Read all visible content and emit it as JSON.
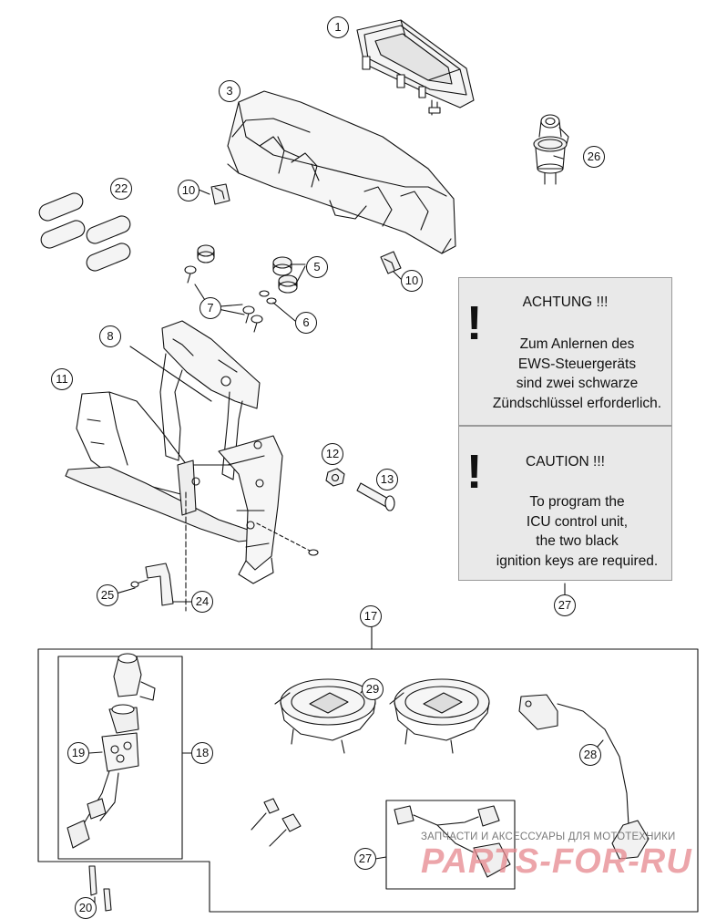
{
  "callouts": [
    {
      "key": "c1",
      "label": "1"
    },
    {
      "key": "c3",
      "label": "3"
    },
    {
      "key": "c26",
      "label": "26"
    },
    {
      "key": "c22",
      "label": "22"
    },
    {
      "key": "c10a",
      "label": "10"
    },
    {
      "key": "c5",
      "label": "5"
    },
    {
      "key": "c10b",
      "label": "10"
    },
    {
      "key": "c7",
      "label": "7"
    },
    {
      "key": "c6",
      "label": "6"
    },
    {
      "key": "c8",
      "label": "8"
    },
    {
      "key": "c11",
      "label": "11"
    },
    {
      "key": "c12",
      "label": "12"
    },
    {
      "key": "c13",
      "label": "13"
    },
    {
      "key": "c25",
      "label": "25"
    },
    {
      "key": "c24",
      "label": "24"
    },
    {
      "key": "c27a",
      "label": "27"
    },
    {
      "key": "c17",
      "label": "17"
    },
    {
      "key": "c29",
      "label": "29"
    },
    {
      "key": "c19",
      "label": "19"
    },
    {
      "key": "c18",
      "label": "18"
    },
    {
      "key": "c28",
      "label": "28"
    },
    {
      "key": "c27b",
      "label": "27"
    },
    {
      "key": "c20",
      "label": "20"
    }
  ],
  "notices": {
    "german": {
      "title": "ACHTUNG !!!",
      "mark": "!",
      "lines": [
        "Zum Anlernen des",
        "EWS-Steuergeräts",
        "sind zwei schwarze",
        "Zündschlüssel erforderlich."
      ]
    },
    "english": {
      "title": "CAUTION !!!",
      "mark": "!",
      "lines": [
        "To program the",
        "ICU control unit,",
        "the two black",
        "ignition keys are required."
      ]
    }
  },
  "watermark": {
    "caption": "ЗАПЧАСТИ И АКСЕССУАРЫ ДЛЯ МОТОТЕХНИКИ",
    "logo": "PARTS-FOR-RU"
  },
  "colors": {
    "line": "#111111",
    "notice_bg": "#e9e9e9",
    "watermark_logo": "#e6888e"
  }
}
